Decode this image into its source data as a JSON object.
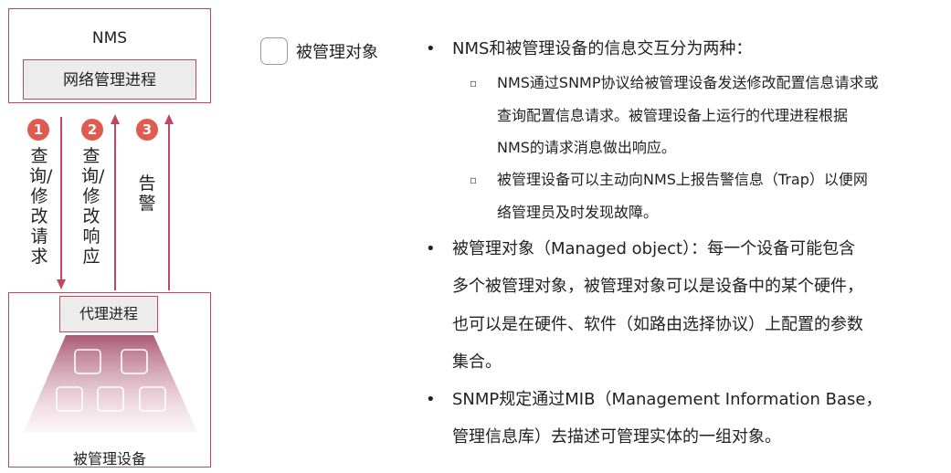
{
  "diagram": {
    "nms_title": "NMS",
    "nms_process": "网络管理进程",
    "agent_process": "代理进程",
    "device_label": "被管理设备",
    "arrows": [
      {
        "num": "1",
        "label": "查询/修改请求"
      },
      {
        "num": "2",
        "label": "查询/修改响应"
      },
      {
        "num": "3",
        "label": "告警"
      }
    ]
  },
  "legend": {
    "label": "被管理对象"
  },
  "content": {
    "bullet1": "NMS和被管理设备的信息交互分为两种：",
    "sub1_lines": [
      "NMS通过SNMP协议给被管理设备发送修改配置信息请求或",
      "查询配置信息请求。被管理设备上运行的代理进程根据",
      "NMS的请求消息做出响应。"
    ],
    "sub2_lines": [
      "被管理设备可以主动向NMS上报告警信息（Trap）以便网",
      "络管理员及时发现故障。"
    ],
    "bullet2_lines": [
      "被管理对象（Managed object）：每一个设备可能包含",
      "多个被管理对象，被管理对象可以是设备中的某个硬件，",
      "也可以是在硬件、软件（如路由选择协议）上配置的参数",
      "集合。"
    ],
    "bullet3_lines": [
      "SNMP规定通过MIB（Management Information Base，",
      "管理信息库）去描述可管理实体的一组对象。"
    ]
  },
  "colors": {
    "accent": "#c0475f",
    "badge": "#e05a4f",
    "arrow": "#c0475f"
  }
}
